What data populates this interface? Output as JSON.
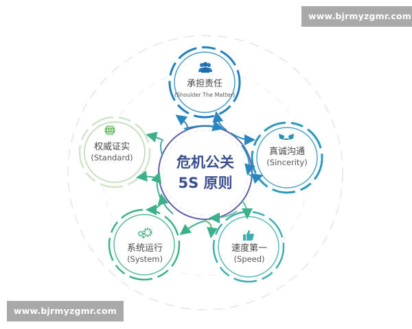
{
  "center": {
    "line1": "危机公关",
    "line2": "5S 原则"
  },
  "nodes": [
    {
      "id": "shoulder",
      "zh": "承担责任",
      "en": "(Shoulder The Matter)",
      "icon": "people-icon",
      "color": "#2a7bbd"
    },
    {
      "id": "sincerity",
      "zh": "真诚沟通",
      "en": "(Sincerity)",
      "icon": "handshake-icon",
      "color": "#2a8fb0"
    },
    {
      "id": "speed",
      "zh": "速度第一",
      "en": "(Speed)",
      "icon": "thumbs-up-icon",
      "color": "#3aaeb0"
    },
    {
      "id": "system",
      "zh": "系统运行",
      "en": "(System)",
      "icon": "gears-icon",
      "color": "#3cb07a"
    },
    {
      "id": "standard",
      "zh": "权威证实",
      "en": "(Standard)",
      "icon": "globe-icon",
      "color": "#5cb85c"
    }
  ],
  "watermarks": {
    "top": "www.bjrmyzgmr.com",
    "bottom": "www.bjrmyzgmr.com"
  }
}
